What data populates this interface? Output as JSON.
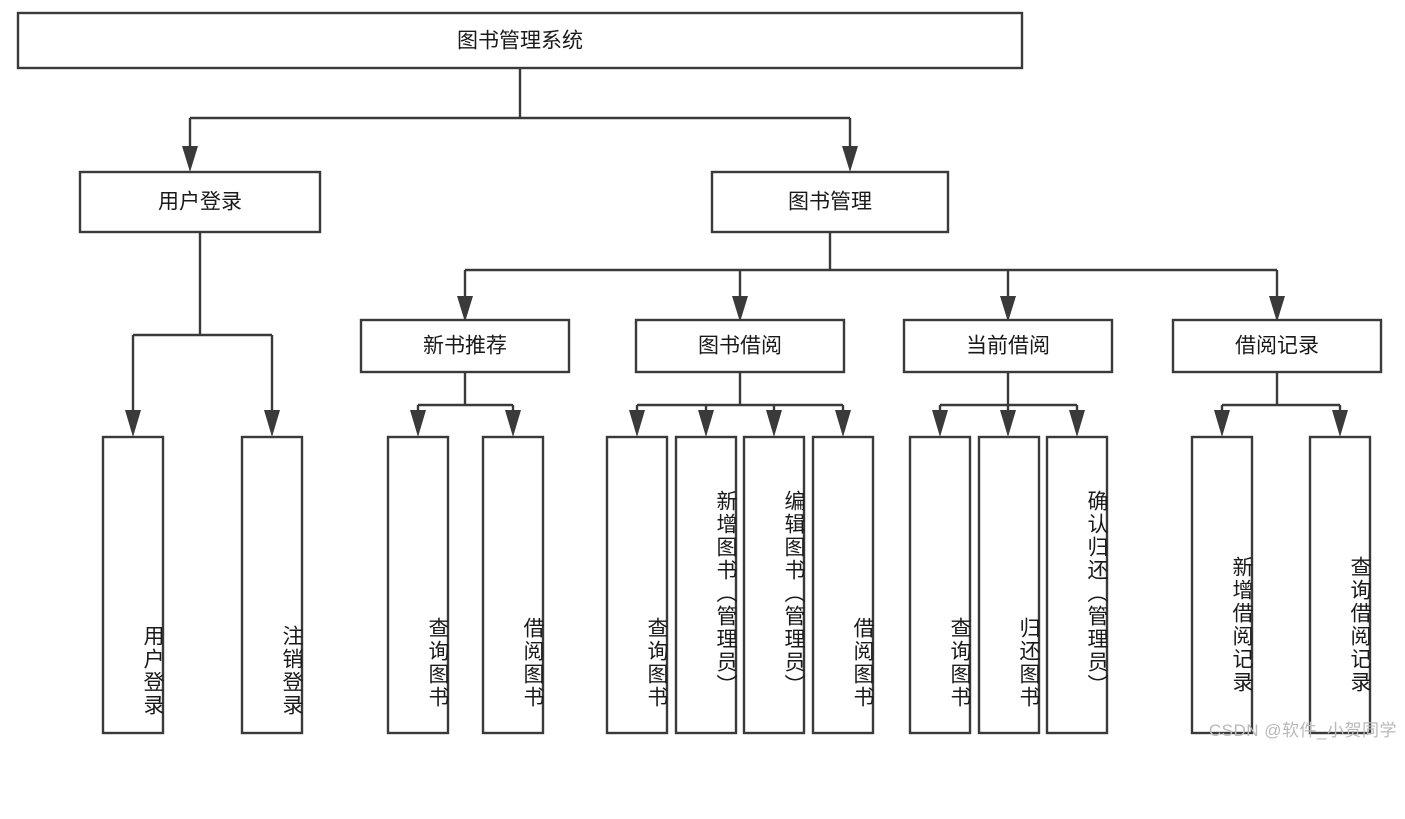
{
  "diagram": {
    "type": "tree-flowchart",
    "orientation": "top-down",
    "title": "图书管理系统",
    "colors": {
      "box_fill": "#ffffff",
      "box_stroke": "#3a3a3a",
      "text": "#1a1a1a",
      "connector": "#3a3a3a",
      "watermark": "#b9b9b9"
    },
    "root": {
      "label": "图书管理系统"
    },
    "level2": [
      {
        "label": "用户登录"
      },
      {
        "label": "图书管理"
      }
    ],
    "level3": [
      {
        "label": "新书推荐"
      },
      {
        "label": "图书借阅"
      },
      {
        "label": "当前借阅"
      },
      {
        "label": "借阅记录"
      }
    ],
    "leaves": {
      "user_login": [
        {
          "label": "用户登录"
        },
        {
          "label": "注销登录"
        }
      ],
      "new_book_recommend": [
        {
          "label": "查询图书"
        },
        {
          "label": "借阅图书"
        }
      ],
      "book_borrow": [
        {
          "label": "查询图书"
        },
        {
          "label": "新增图书（管理员）"
        },
        {
          "label": "编辑图书（管理员）"
        },
        {
          "label": "借阅图书"
        }
      ],
      "current_borrow": [
        {
          "label": "查询图书"
        },
        {
          "label": "归还图书"
        },
        {
          "label": "确认归还（管理员）"
        }
      ],
      "borrow_record": [
        {
          "label": "新增借阅记录"
        },
        {
          "label": "查询借阅记录"
        }
      ]
    }
  },
  "watermark": {
    "text": "CSDN @软件_小贺同学"
  }
}
